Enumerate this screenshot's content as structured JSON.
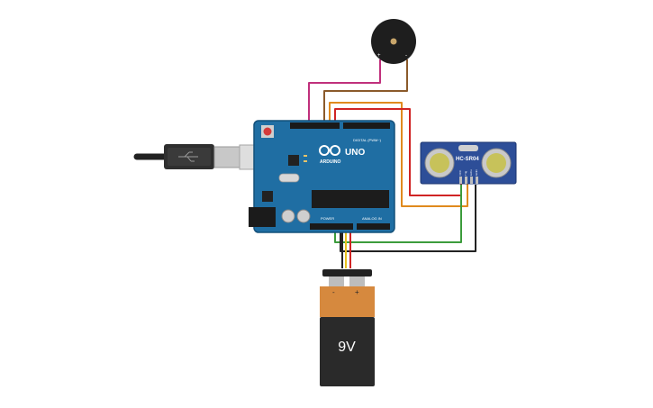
{
  "arduino": {
    "brand": "ARDUINO",
    "model": "UNO",
    "digital_label": "DIGITAL (PWM~)",
    "power_label": "POWER",
    "analog_label": "ANALOG IN"
  },
  "sensor": {
    "model": "HC-SR04",
    "pins": [
      "VCC",
      "Trig",
      "Echo",
      "GND"
    ]
  },
  "buzzer": {
    "plus": "+",
    "minus": "-"
  },
  "battery": {
    "label": "9V",
    "minus": "-",
    "plus": "+"
  },
  "usb_cable": {
    "icon": "usb-icon"
  },
  "colors": {
    "board": "#1f6ea3",
    "board_dark": "#14507a",
    "battery_orange": "#d6893e",
    "battery_dark": "#2a2a2a",
    "wire_magenta": "#c0307c",
    "wire_brown": "#8b5a2b",
    "wire_orange": "#e08a1e",
    "wire_red": "#d02424",
    "wire_green": "#3c9c3c",
    "wire_black": "#222222",
    "wire_yellow": "#e8c21f",
    "sensor_blue": "#2d4e98"
  }
}
